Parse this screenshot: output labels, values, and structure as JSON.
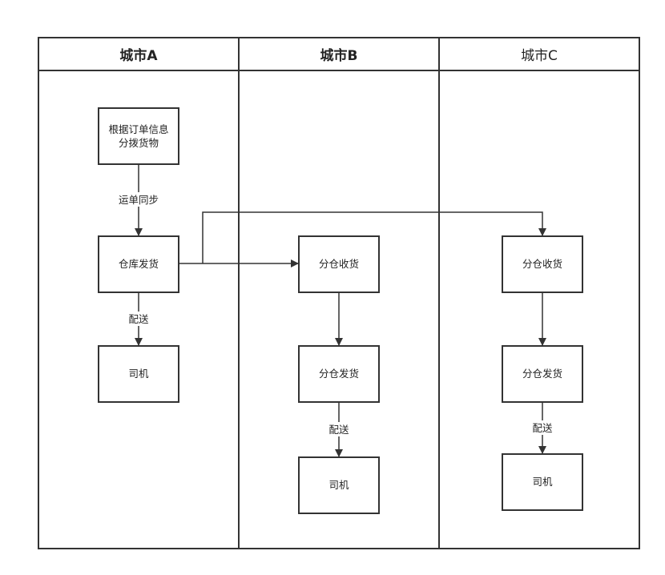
{
  "lanes": [
    {
      "title": "城市A",
      "bold": true
    },
    {
      "title": "城市B",
      "bold": true
    },
    {
      "title": "城市C",
      "bold": false
    }
  ],
  "nodes": {
    "a_allocate": [
      "根据订单信息",
      "分拨货物"
    ],
    "a_warehouse_ship": [
      "仓库发货"
    ],
    "a_driver": [
      "司机"
    ],
    "b_receive": [
      "分仓收货"
    ],
    "b_ship": [
      "分仓发货"
    ],
    "b_driver": [
      "司机"
    ],
    "c_receive": [
      "分仓收货"
    ],
    "c_ship": [
      "分仓发货"
    ],
    "c_driver": [
      "司机"
    ]
  },
  "edge_labels": {
    "waybill_sync": "运单同步",
    "a_delivery": "配送",
    "b_delivery": "配送",
    "c_delivery": "配送"
  },
  "colors": {
    "stroke": "#333333",
    "text": "#222222",
    "background": "#ffffff"
  }
}
